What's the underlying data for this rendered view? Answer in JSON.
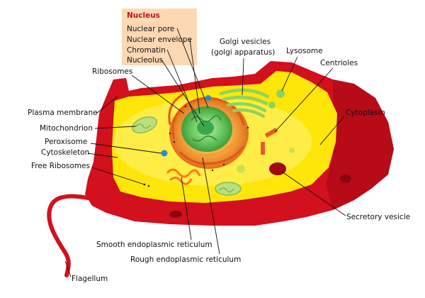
{
  "nucleus_box": {
    "title": "Nucleus",
    "items": [
      "Nuclear pore",
      "Nuclear envelope",
      "Chromatin",
      "Nucleolus"
    ]
  },
  "labels": {
    "golgi_vesicles": "Golgi vesicles",
    "golgi_apparatus": "(golgi apparatus)",
    "lysosome": "Lysosome",
    "centrioles": "Centrioles",
    "ribosomes": "Ribosomes",
    "plasma_membrane": "Plasma membrane",
    "mitochondrion": "Mitochondrion",
    "peroxisome": "Peroxisome",
    "cytoskeleton": "Cytoskeleton",
    "free_ribosomes": "Free Ribosomes",
    "cytoplasm": "Cytoplasm",
    "secretory_vesicle": "Secretory vesicle",
    "smooth_er": "Smooth endoplasmic reticulum",
    "rough_er": "Rough endoplasmic reticulum",
    "flagellum": "Flagellum"
  },
  "colors": {
    "membrane": "#d2101e",
    "membrane_dark": "#a00812",
    "cytoplasm": "#ffe60a",
    "cytoplasm_light": "#fff27a",
    "nucleus_outer": "#f08a1c",
    "nucleus_inner": "#7ed27a",
    "nucleolus": "#3aa84a",
    "golgi": "#8fd35c",
    "box_fill": "#fcd9b4",
    "label_red": "#c0141a"
  }
}
